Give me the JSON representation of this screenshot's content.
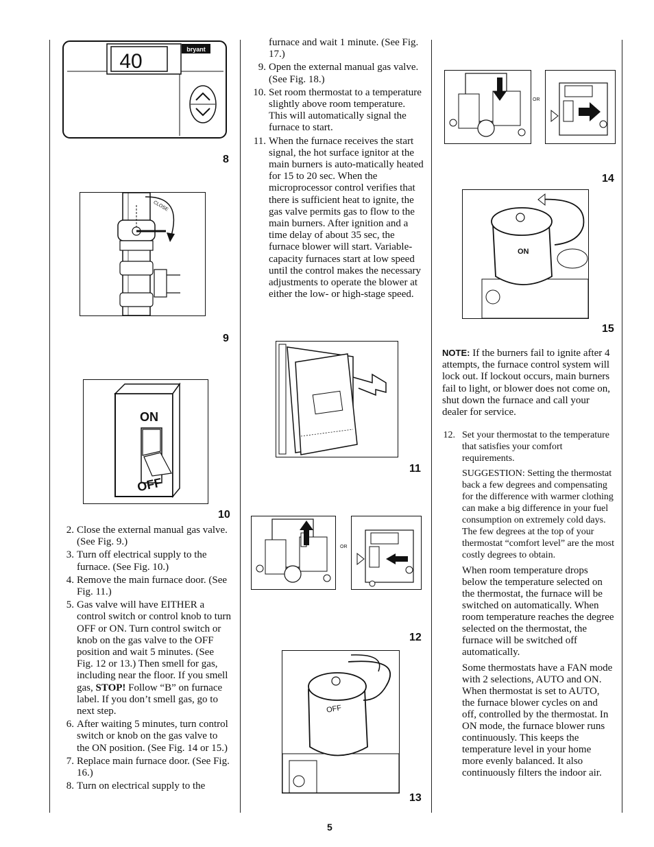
{
  "thermostat": {
    "display": "40",
    "brand": "bryant"
  },
  "figures": {
    "fig8": "8",
    "fig9": "9",
    "fig10": "10",
    "fig11": "11",
    "fig12": "12",
    "fig13": "13",
    "fig14": "14",
    "fig15": "15"
  },
  "valve_label": "CLOSE",
  "switch": {
    "on": "ON",
    "off": "OFF"
  },
  "knob": {
    "off": "OFF",
    "on": "ON"
  },
  "or_label": "OR",
  "col1_steps": [
    {
      "n": "2.",
      "text": "Close the external manual gas valve. (See Fig. 9.)"
    },
    {
      "n": "3.",
      "text": "Turn off electrical supply to the furnace. (See Fig. 10.)"
    },
    {
      "n": "4.",
      "text": "Remove the main furnace door. (See Fig. 11.)"
    },
    {
      "n": "5.",
      "pre": "Gas valve will have EITHER a control switch or control knob to turn OFF or ON. Turn control switch or knob on the gas valve to the OFF position and wait 5 minutes. (See Fig. 12 or 13.) Then smell for gas, including near the floor. If you smell gas, ",
      "bold": "STOP!",
      "post": " Follow “B” on furnace label. If you don’t smell gas, go to next step."
    },
    {
      "n": "6.",
      "text": "After waiting 5 minutes, turn control switch or knob on the gas valve to the ON position. (See Fig. 14 or 15.)"
    },
    {
      "n": "7.",
      "text": "Replace main furnace door. (See Fig. 16.)"
    },
    {
      "n": "8.",
      "text": "Turn on electrical supply to the"
    }
  ],
  "col2_cont": "furnace and wait 1 minute. (See Fig. 17.)",
  "col2_steps": [
    {
      "n": "9.",
      "text": "Open the external manual gas valve. (See Fig. 18.)"
    },
    {
      "n": "10.",
      "text": "Set room thermostat to a temperature slightly above room temperature. This will automatically signal the furnace to start."
    },
    {
      "n": "11.",
      "text": "When the furnace receives the start signal, the hot surface ignitor at the main burners is auto-matically heated for 15 to 20 sec. When the microprocessor control verifies that there is sufficient heat to ignite, the gas valve permits gas to flow to the main burners. After ignition and a time delay of about 35 sec, the furnace blower will start. Variable-capacity furnaces start at low speed until the control makes the necessary adjustments to operate the blower at either the low- or high-stage speed."
    }
  ],
  "note": {
    "label": "NOTE:",
    "text": "If the burners fail to ignite after 4 attempts, the furnace control system will lock out. If lockout occurs, main burners fail to light, or blower does not come on, shut down the furnace and call your dealer for service."
  },
  "col3_step": {
    "n": "12.",
    "text": "Set your thermostat to the temperature that satisfies your comfort requirements."
  },
  "col3_paras": [
    "SUGGESTION: Setting the thermostat back a few degrees and compensating for the difference with warmer clothing can make a big difference in your fuel consumption on extremely cold days. The few degrees at the top of your thermostat “comfort level” are the most costly degrees to obtain.",
    "When room temperature drops below the temperature selected on the thermostat, the furnace will be switched on automatically. When room temperature reaches the degree selected on the thermostat, the furnace will be switched off automatically.",
    "Some thermostats have a FAN mode with 2 selections, AUTO and ON. When thermostat is set to AUTO, the furnace blower cycles on and off, controlled by the thermostat. In ON mode, the furnace blower runs continuously. This keeps the temperature level in your home more evenly balanced. It also continuously filters the indoor air."
  ],
  "page_number": "5"
}
